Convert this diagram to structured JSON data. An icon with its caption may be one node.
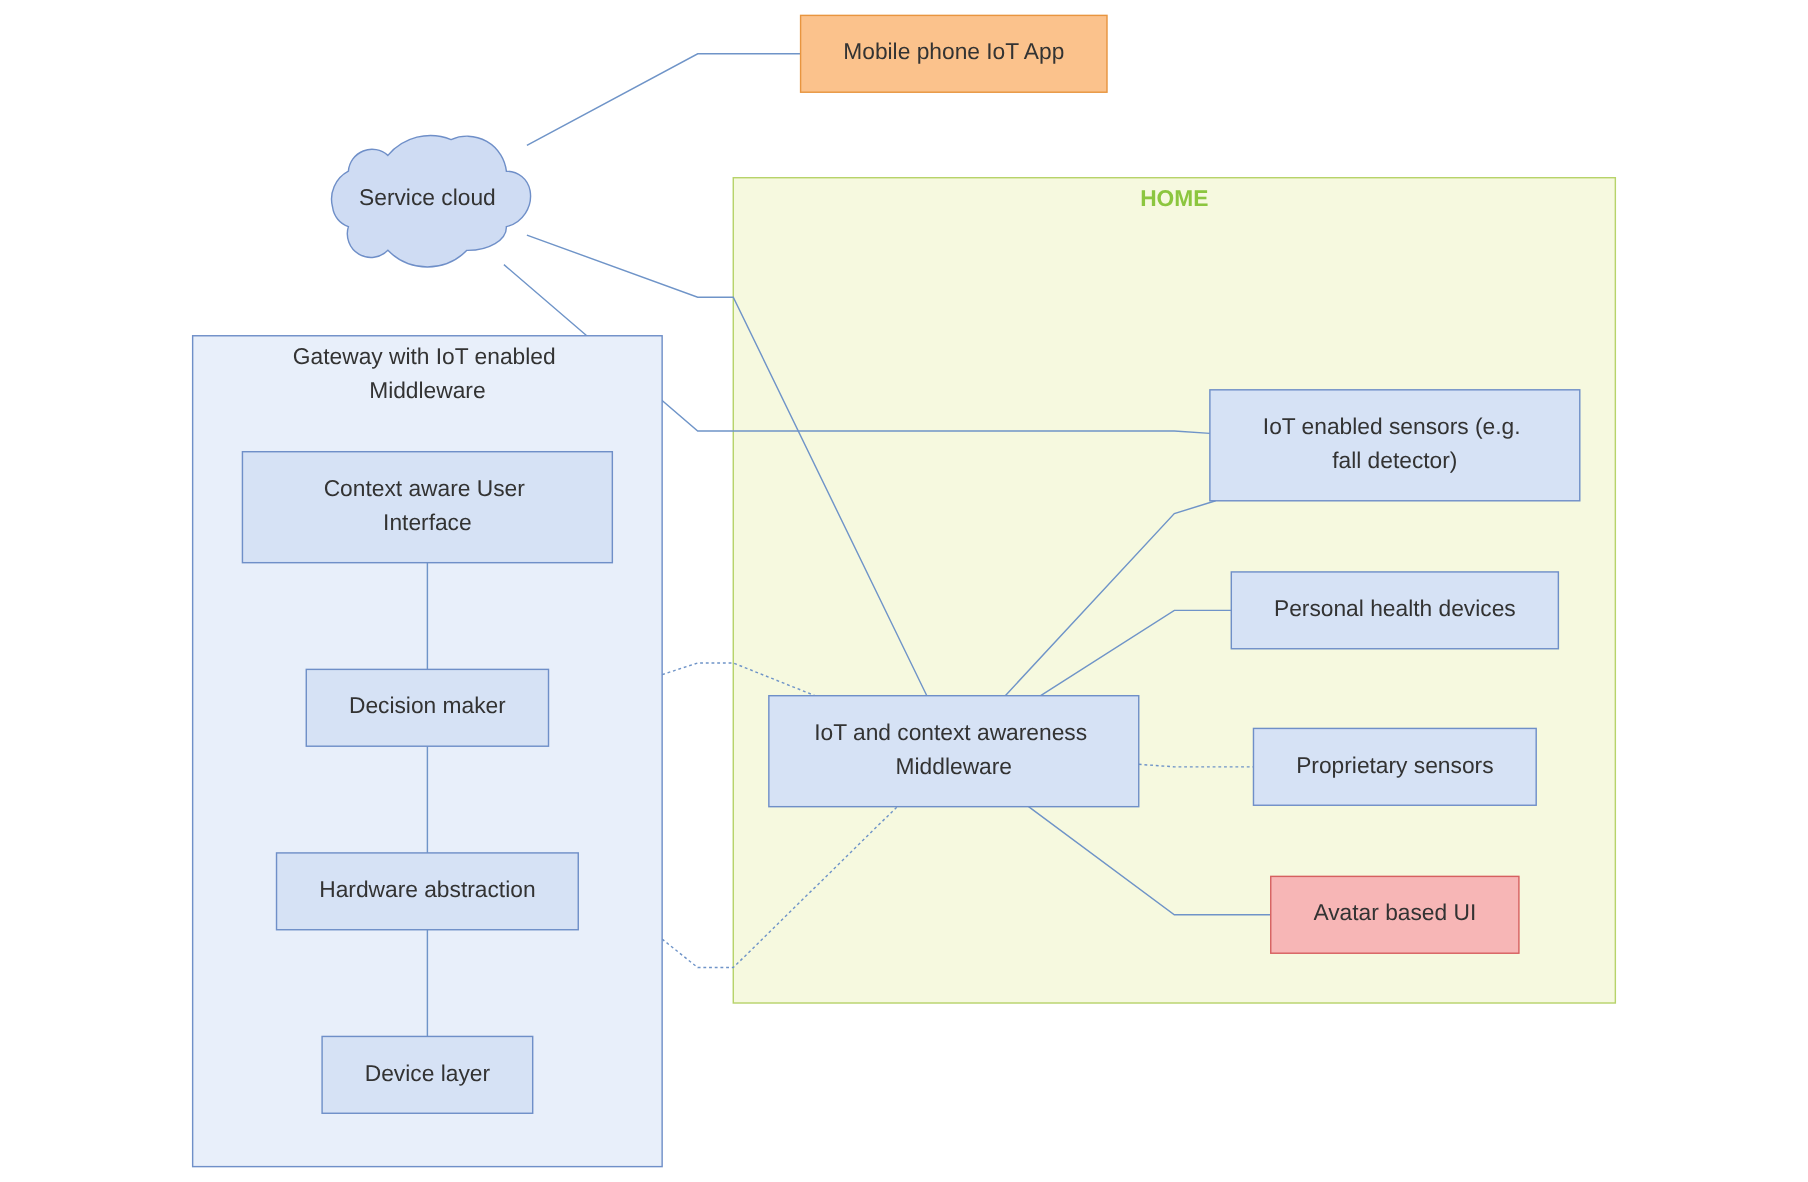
{
  "diagram": {
    "nodes": [
      {
        "text": [
          "Gateway with IoT enabled Middleware"
        ]
      },
      {
        "text": [
          "Context aware User Interface"
        ],
        "in": 0
      },
      {
        "text": [
          "Decision maker"
        ],
        "in": 0
      },
      {
        "text": [
          "Hardware abstraction"
        ],
        "in": 0
      },
      {
        "text": [
          "Device layer"
        ],
        "in": 0
      },
      {
        "text": [
          "Service cloud"
        ]
      },
      {
        "text": [
          "Mobile phone IoT App"
        ]
      },
      {
        "text": [
          "HOME"
        ]
      },
      {
        "text": [
          "IoT and context awareness Middleware"
        ],
        "in": 7
      },
      {
        "text": [
          "IoT enabled sensors (e.g. fall detector)"
        ],
        "in": 7
      },
      {
        "text": [
          "Personal health devices"
        ],
        "in": 7
      },
      {
        "text": [
          "Proprietary sensors"
        ],
        "in": 7
      },
      {
        "text": [
          "Avatar based UI"
        ],
        "in": 7
      }
    ],
    "edges": [
      {
        "from": 1,
        "to": 2,
        "arrow": "none"
      },
      {
        "from": 2,
        "to": 3,
        "arrow": "none"
      },
      {
        "from": 3,
        "to": 4,
        "arrow": "none"
      },
      {
        "from": 5,
        "to": 6,
        "arrow": "none"
      },
      {
        "from": 5,
        "to": 8,
        "arrow": "none"
      },
      {
        "from": 5,
        "to": 9,
        "arrow": "none"
      },
      {
        "from": 8,
        "to": 9,
        "arrow": "none"
      },
      {
        "from": 8,
        "to": 10,
        "arrow": "none"
      },
      {
        "from": 8,
        "to": 11,
        "arrow": "none",
        "style": "dashed"
      },
      {
        "from": 8,
        "to": 12,
        "arrow": "none"
      },
      {
        "from": 0,
        "to": 8,
        "arrow": "none",
        "style": "dashed"
      },
      {
        "from": 0,
        "to": 8,
        "arrow": "none",
        "style": "dashed"
      }
    ]
  }
}
